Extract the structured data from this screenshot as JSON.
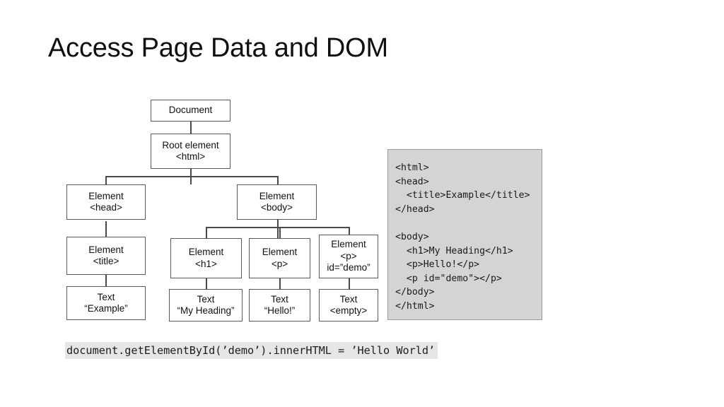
{
  "slide": {
    "title": "Access Page Data and DOM",
    "background_color": "#ffffff"
  },
  "dom_tree": {
    "name": "html-dom-tree-diagram",
    "node_border_color": "#5a5a5a",
    "edge_color": "#4a4a4a",
    "nodes": [
      {
        "id": "document",
        "line1": "Document",
        "line2": "",
        "line3": ""
      },
      {
        "id": "root-html",
        "line1": "Root element",
        "line2": "<html>",
        "line3": ""
      },
      {
        "id": "element-head",
        "line1": "Element",
        "line2": "<head>",
        "line3": ""
      },
      {
        "id": "element-body",
        "line1": "Element",
        "line2": "<body>",
        "line3": ""
      },
      {
        "id": "element-title",
        "line1": "Element",
        "line2": "<title>",
        "line3": ""
      },
      {
        "id": "element-h1",
        "line1": "Element",
        "line2": "<h1>",
        "line3": ""
      },
      {
        "id": "element-p",
        "line1": "Element",
        "line2": "<p>",
        "line3": ""
      },
      {
        "id": "element-p-demo",
        "line1": "Element",
        "line2": "<p>",
        "line3": "id=”demo”"
      },
      {
        "id": "text-example",
        "line1": "Text",
        "line2": "“Example”",
        "line3": ""
      },
      {
        "id": "text-heading",
        "line1": "Text",
        "line2": "“My Heading”",
        "line3": ""
      },
      {
        "id": "text-hello",
        "line1": "Text",
        "line2": "“Hello!”",
        "line3": ""
      },
      {
        "id": "text-empty",
        "line1": "Text",
        "line2": "<empty>",
        "line3": ""
      }
    ]
  },
  "code_panel": {
    "name": "html-source-code-panel",
    "background_color": "#d4d4d4",
    "lines": [
      "<html>",
      "<head>",
      "  <title>Example</title>",
      "</head>",
      "",
      "<body>",
      "  <h1>My Heading</h1>",
      "  <p>Hello!</p>",
      "  <p id=\"demo\"></p>",
      "</body>",
      "</html>"
    ],
    "text": "<html>\n<head>\n  <title>Example</title>\n</head>\n\n<body>\n  <h1>My Heading</h1>\n  <p>Hello!</p>\n  <p id=\"demo\"></p>\n</body>\n</html>"
  },
  "code_line": {
    "name": "javascript-snippet",
    "text": "document.getElementById(’demo’).innerHTML = ’Hello World’",
    "highlight_color": "#e6e6e6"
  }
}
